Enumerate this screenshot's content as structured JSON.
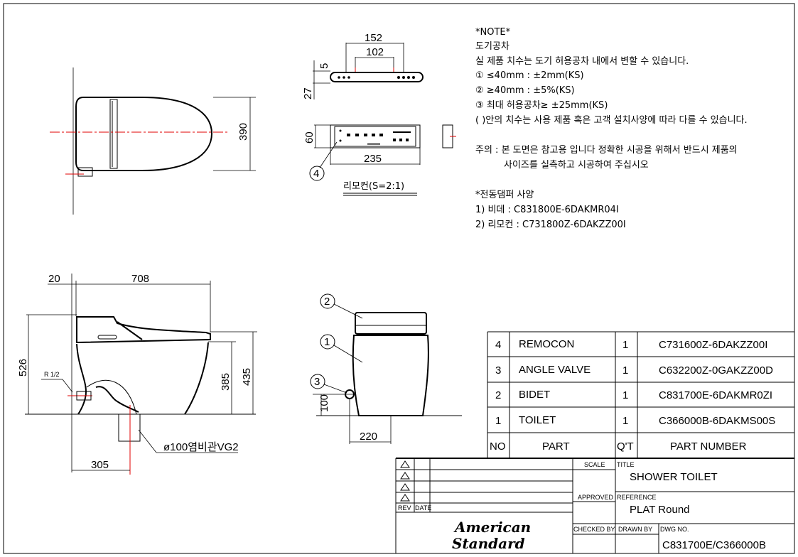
{
  "notes": {
    "heading": "*NOTE*",
    "lines": [
      "도기공차",
      "실 제품 치수는 도기 허용공차 내에서 변할 수 있습니다.",
      "① ≤40mm : ±2mm(KS)",
      "② ≥40mm : ±5%(KS)",
      "③ 최대 허용공차≥ ±25mm(KS)",
      "( )안의 치수는 사용 제품 혹은 고객 설치사양에 따라 다를 수 있습니다."
    ],
    "caution_1": "주의 : 본 도면은 참고용 입니다 정확한 시공을 위해서 반드시 제품의",
    "caution_2": "사이즈를 실측하고 시공하여 주십시오",
    "damper_heading": "*전동댐퍼 사양",
    "damper_1": "1) 비데 : C831800E-6DAKMR04I",
    "damper_2": "2) 리모컨 : C731800Z-6DAKZZ00I"
  },
  "dimensions": {
    "top_390": "390",
    "remote_152": "152",
    "remote_102": "102",
    "remote_5": "5",
    "remote_27": "27",
    "remote_60": "60",
    "remote_235": "235",
    "remote_caption": "리모컨(S=2:1)",
    "side_20": "20",
    "side_708": "708",
    "side_526": "526",
    "side_385": "385",
    "side_435": "435",
    "side_305": "305",
    "side_r12": "R 1/2",
    "side_pipe": "ø100염비관VG2",
    "front_100": "100",
    "front_220": "220"
  },
  "balloons": [
    "1",
    "2",
    "3",
    "4"
  ],
  "parts_table": {
    "headers": {
      "no": "NO",
      "part": "PART",
      "qty": "Q'T",
      "part_number": "PART NUMBER"
    },
    "rows": [
      {
        "no": "4",
        "part": "REMOCON",
        "qty": "1",
        "part_number": "C731600Z-6DAKZZ00I"
      },
      {
        "no": "3",
        "part": "ANGLE VALVE",
        "qty": "1",
        "part_number": "C632200Z-0GAKZZ00D"
      },
      {
        "no": "2",
        "part": "BIDET",
        "qty": "1",
        "part_number": "C831700E-6DAKMR0ZI"
      },
      {
        "no": "1",
        "part": "TOILET",
        "qty": "1",
        "part_number": "C366000B-6DAKMS00S"
      }
    ]
  },
  "title_block": {
    "rev": "REV",
    "date": "DATE",
    "scale_label": "SCALE",
    "approved_label": "APPROVED",
    "checked_label": "CHECKED  BY",
    "drawn_label": "DRAWN  BY",
    "title_label": "TITLE",
    "title": "SHOWER TOILET",
    "reference_label": "REFERENCE",
    "reference": "PLAT Round",
    "dwg_label": "DWG  NO.",
    "dwg_no": "C831700E/C366000B",
    "logo_line1": "American",
    "logo_line2": "Standard"
  },
  "colors": {
    "centerline": "#e00000",
    "ink": "#000000"
  }
}
